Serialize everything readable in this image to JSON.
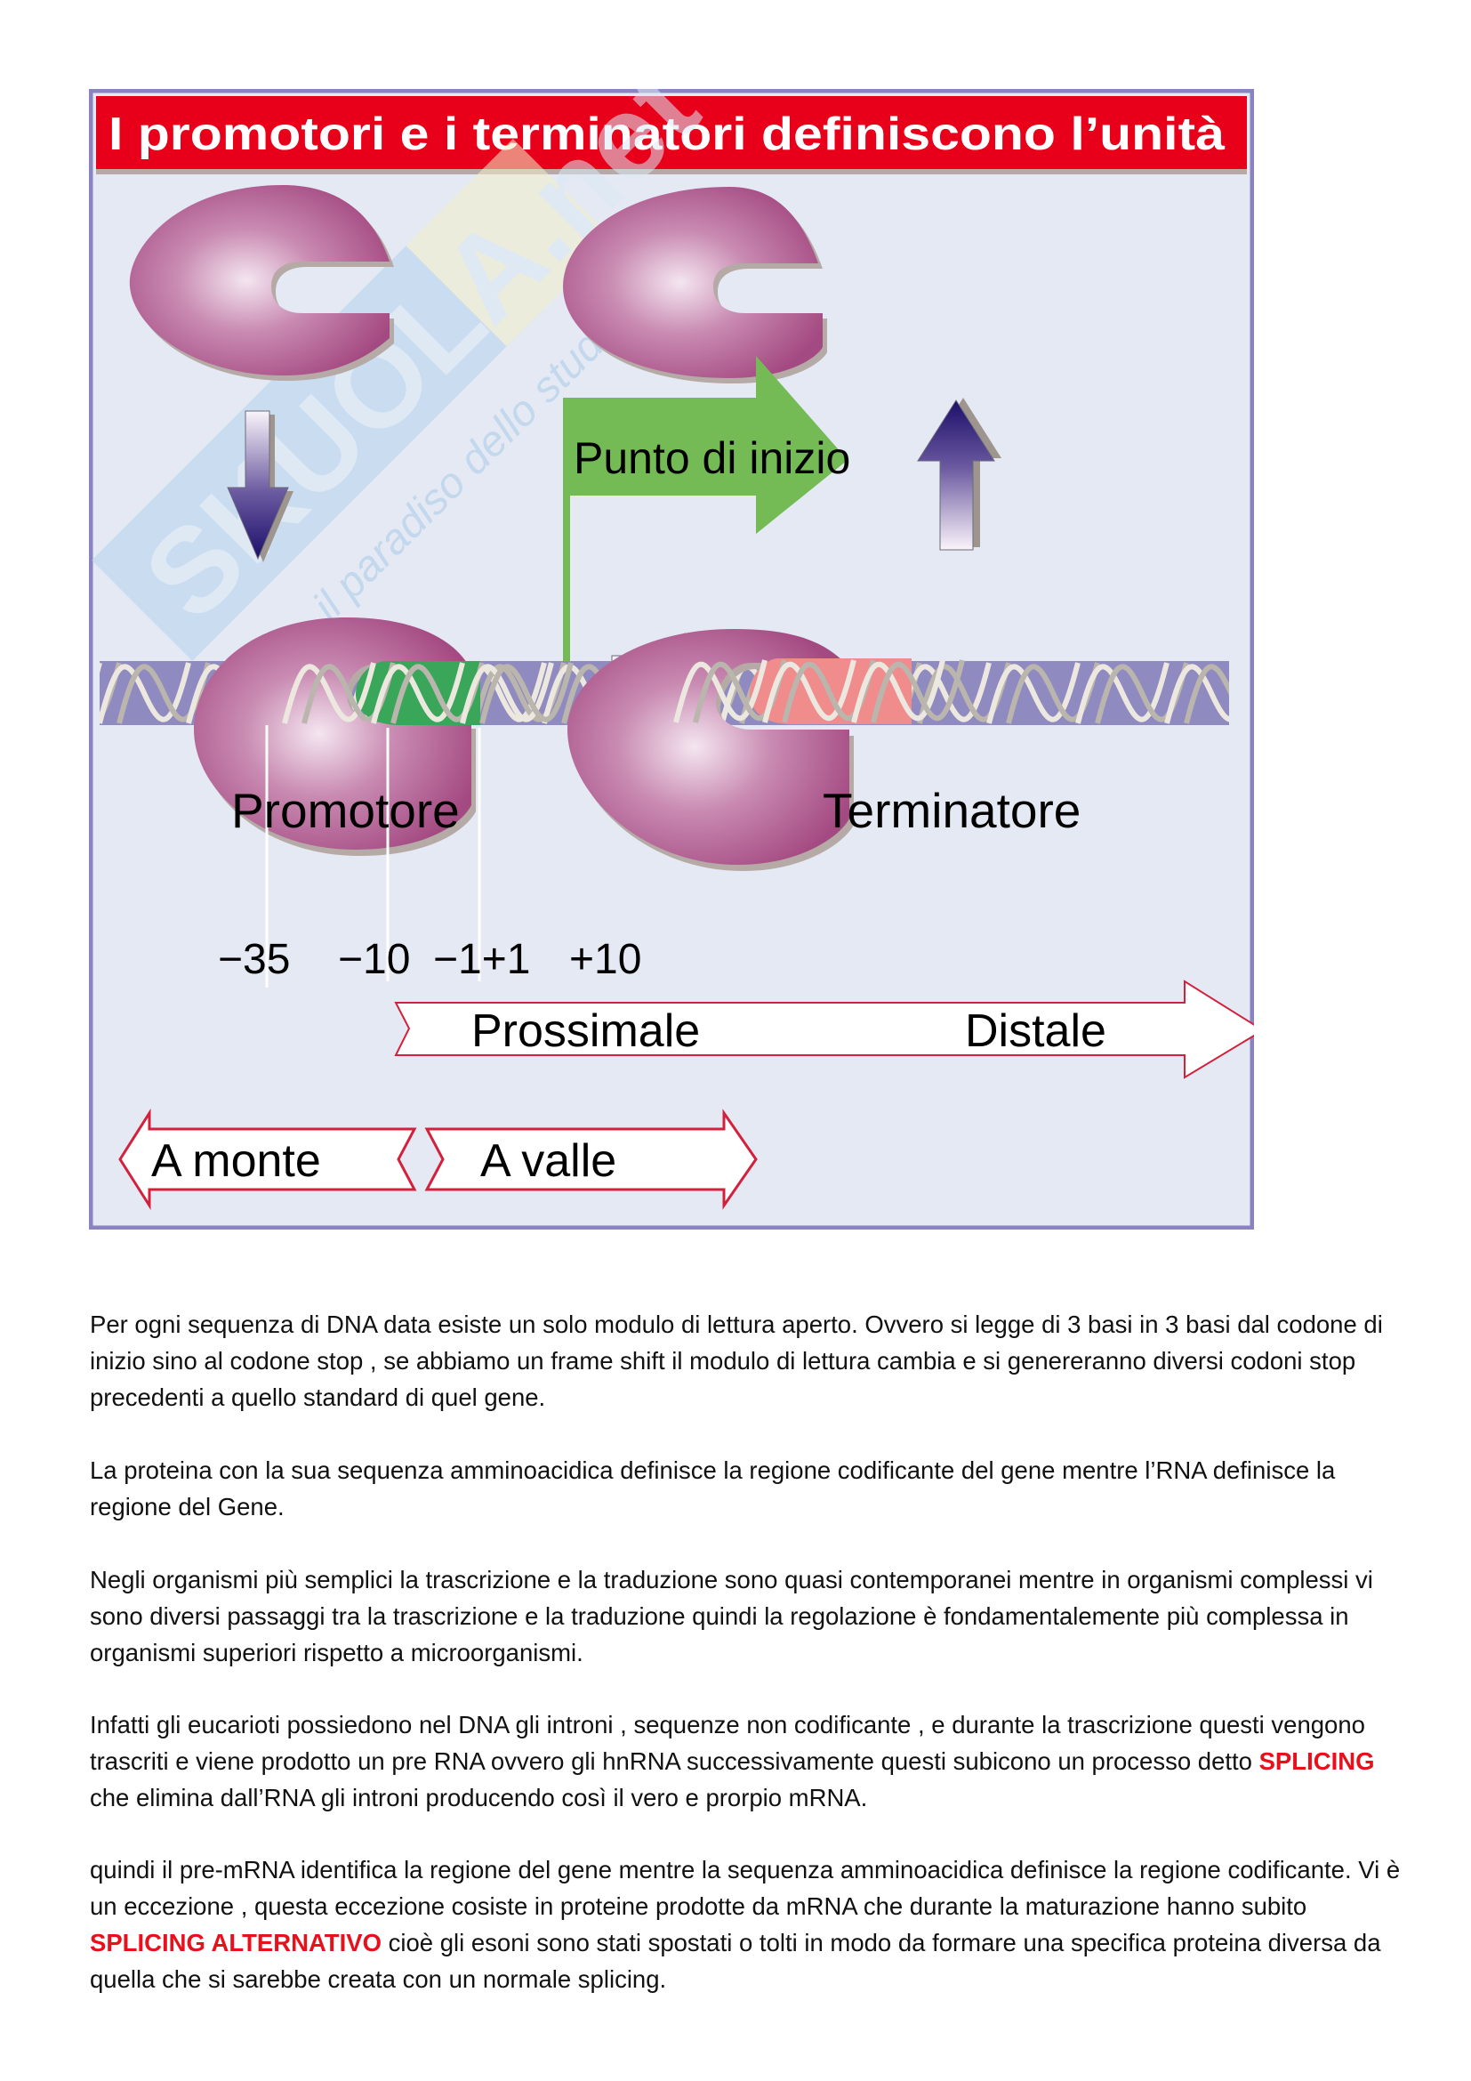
{
  "figure": {
    "title": "I promotori e i terminatori definiscono l’unità",
    "labels": {
      "start_point": "Punto di inizio",
      "promoter": "Promotore",
      "terminator": "Terminatore",
      "proximal": "Prossimale",
      "distal": "Distale",
      "upstream": "A monte",
      "downstream": "A valle"
    },
    "positions": [
      "−35",
      "−10",
      "−1+1",
      "+10"
    ],
    "watermark": {
      "brand": "SKUOLA.net",
      "tagline": "il paradiso dello studente"
    },
    "colors": {
      "title_bar": "#e8001a",
      "frame": "#8a83c0",
      "background": "#e4e9f3",
      "rna_polymerase": "#a84c86",
      "dna_band": "#8f8abf",
      "promoter_region": "#3aa65a",
      "terminator_region": "#f08c8c",
      "start_arrow": "#74bb55",
      "direction_arrow_outline": "#d3203c"
    }
  },
  "paragraphs": [
    {
      "segments": [
        {
          "text": "Per ogni sequenza di DNA data esiste un solo modulo di lettura aperto. Ovvero si legge di 3 basi in 3 basi dal codone di inizio sino al codone stop , se abbiamo un frame shift il modulo di lettura cambia e si genereranno diversi codoni stop precedenti a quello standard di quel gene.",
          "highlight": false
        }
      ]
    },
    {
      "segments": [
        {
          "text": "La proteina con la sua sequenza amminoacidica definisce la regione codificante del gene mentre l’RNA definisce la regione del Gene.",
          "highlight": false
        }
      ]
    },
    {
      "segments": [
        {
          "text": "Negli organismi più semplici  la trascrizione e la traduzione sono quasi contemporanei mentre in organismi complessi vi sono diversi passaggi tra la trascrizione e la traduzione quindi la regolazione è fondamentalemente più complessa in organismi superiori rispetto a microorganismi.",
          "highlight": false
        }
      ]
    },
    {
      "segments": [
        {
          "text": "Infatti gli eucarioti possiedono nel DNA gli introni , sequenze non codificante , e durante la trascrizione questi vengono trascriti e viene prodotto un pre RNA ovvero gli hnRNA successivamente questi subicono un processo detto ",
          "highlight": false
        },
        {
          "text": "SPLICING",
          "highlight": true
        },
        {
          "text": "  che elimina dall’RNA gli introni producendo così il vero e prorpio mRNA.",
          "highlight": false
        }
      ]
    },
    {
      "segments": [
        {
          "text": "quindi il pre-mRNA identifica la regione del gene mentre la sequenza amminoacidica definisce la regione codificante. Vi è un eccezione , questa eccezione cosiste in proteine prodotte da mRNA che durante la maturazione hanno subito ",
          "highlight": false
        },
        {
          "text": "SPLICING ALTERNATIVO",
          "highlight": true
        },
        {
          "text": " cioè gli esoni sono stati spostati o tolti in modo da formare una specifica proteina diversa da quella che si sarebbe creata con un normale splicing.",
          "highlight": false
        }
      ]
    }
  ]
}
